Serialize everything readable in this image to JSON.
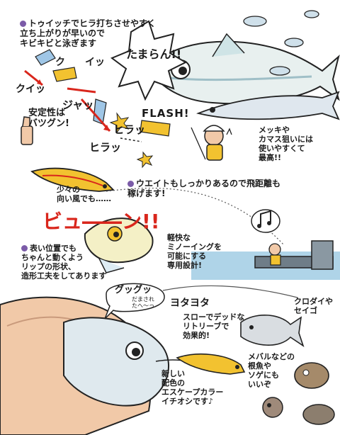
{
  "colors": {
    "bullet": "#7b5ba8",
    "accent_red": "#d9261c",
    "sea_blue": "#79b8d8",
    "lure_yellow": "#f2c230",
    "fish_blue": "#3f6fb0",
    "skin": "#f1c9a8"
  },
  "panel1": {
    "bullet_text": "トゥイッチでヒラ打ちさせやすく\n立ち上がりが早いので\nキビキビと泳ぎます",
    "twitch_words": [
      "ク",
      "イッ",
      "クイッ",
      "ジャッ",
      "ヒラッ",
      "ヒラッ"
    ],
    "stability_text": "安定性は\nバツグン!",
    "flash_text": "FLASH!",
    "exclaim_text": "たまらん!!",
    "angler_text": "メッキや\nカマス狙いには\n使いやすくて\n最高!!"
  },
  "panel2": {
    "weight_text": "ウエイトもしっかりあるので飛距離も\n稼げます!",
    "wind_text": "少々の\n向い風でも……",
    "whoosh_text": "ビュ――ン!!",
    "speech_icon": "music-note-icon"
  },
  "panel3": {
    "lip_text": "表い位置でも\nちゃんと動くよう\nリップの形状、\n造形工夫をしてあります",
    "design_text": "軽快な\nミノーイングを\n可能にする\n専用設計!"
  },
  "panel4": {
    "gugu_text": "グッグッ",
    "fooled_text": "だまされ\nたへ〜っ",
    "yota_text": "ヨタヨタ",
    "retrieve_text": "スローでデッドな\nリトリーブで\n効果的!",
    "kurodai_text": "クロダイや\nセイゴ",
    "rockfish_text": "メバルなどの\n根魚や\nソゲにも\nいいぞ",
    "color_text": "新しい\n配色の\nエスケープカラー\nイチオシです♪"
  }
}
